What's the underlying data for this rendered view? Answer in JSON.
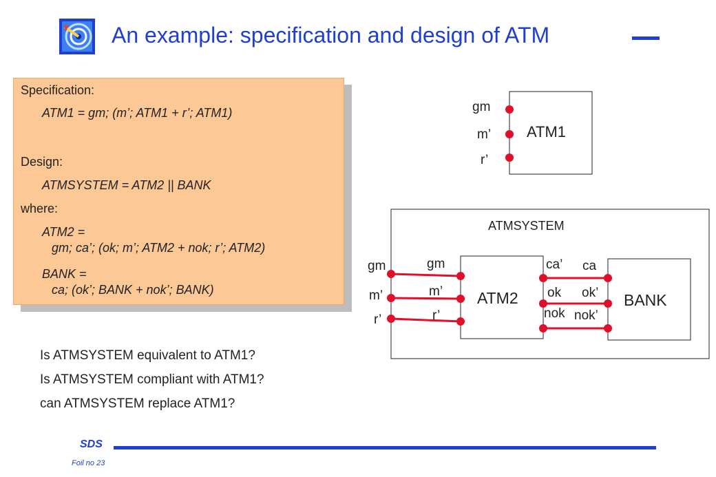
{
  "title": "An example: specification and design of ATM",
  "spec": {
    "specification_label": "Specification:",
    "atm1_eq": "ATM1 = gm; (m’; ATM1 + r’; ATM1)",
    "design_label": "Design:",
    "atmsystem_eq": "ATMSYSTEM = ATM2 || BANK",
    "where_label": "where:",
    "atm2_head": "ATM2 =",
    "atm2_body": "gm; ca’; (ok; m’; ATM2 + nok; r’; ATM2)",
    "bank_head": "BANK =",
    "bank_body": "ca; (ok’; BANK + nok’; BANK)"
  },
  "questions": [
    "Is ATMSYSTEM equivalent to ATM1?",
    "Is ATMSYSTEM compliant with ATM1?",
    "can ATMSYSTEM replace ATM1?"
  ],
  "diagram": {
    "atm1_label": "ATM1",
    "atm1_ports": [
      "gm",
      "m’",
      "r’"
    ],
    "system_label": "ATMSYSTEM",
    "outer_ports": [
      "gm",
      "m’",
      "r’"
    ],
    "atm2_label": "ATM2",
    "atm2_left_ports": [
      "gm",
      "m’",
      "r’"
    ],
    "atm2_right_ports": [
      "ca’",
      "ok",
      "nok"
    ],
    "bank_label": "BANK",
    "bank_ports": [
      "ca",
      "ok’",
      "nok’"
    ]
  },
  "footer": {
    "sds": "SDS",
    "foil": "Foil no 23"
  },
  "colors": {
    "accent": "#1f3fd0",
    "port": "#e0102a",
    "spec_fill": "#fcc896"
  }
}
